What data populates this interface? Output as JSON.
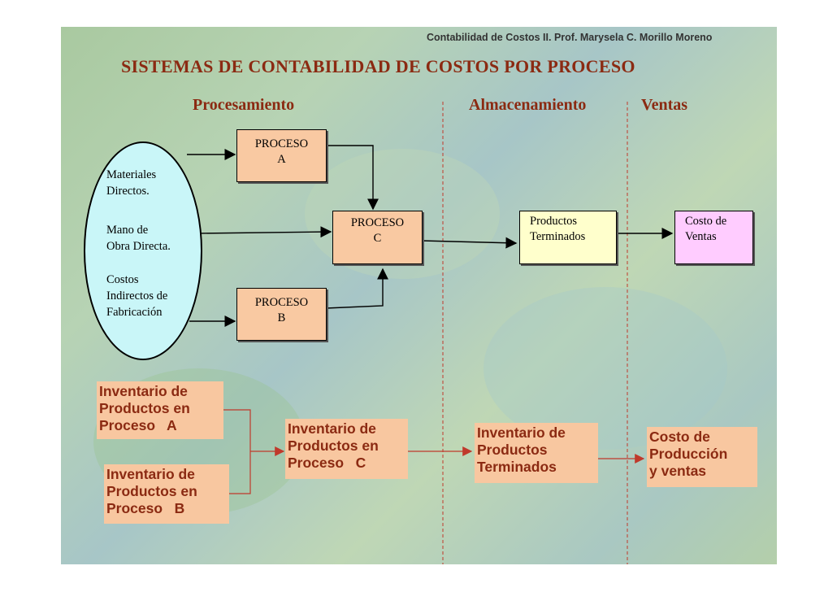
{
  "header": "Contabilidad de Costos II.  Prof. Marysela C. Morillo Moreno",
  "title": "SISTEMAS DE CONTABILIDAD DE COSTOS POR PROCESO",
  "sections": {
    "procesamiento": "Procesamiento",
    "almacenamiento": "Almacenamiento",
    "ventas": "Ventas"
  },
  "inputs": {
    "materiales": "Materiales\nDirectos.",
    "mano_obra": "Mano de\nObra Directa.",
    "costos_indirectos": "Costos\nIndirectos de\nFabricación"
  },
  "processes": {
    "a": {
      "line1": "PROCESO",
      "line2": "A"
    },
    "b": {
      "line1": "PROCESO",
      "line2": "B"
    },
    "c": {
      "line1": "PROCESO",
      "line2": "C"
    }
  },
  "productos_terminados": "Productos\nTerminados",
  "costo_ventas": "Costo de\nVentas",
  "inventories": {
    "proceso_a": "Inventario de\nProductos en\nProceso   A",
    "proceso_b": "Inventario de\nProductos en\nProceso   B",
    "proceso_c": "Inventario de\nProductos en\nProceso   C",
    "terminados": "Inventario de\nProductos\nTerminados",
    "costo_produccion": "Costo de\nProducción\ny ventas"
  },
  "colors": {
    "title": "#8b2a12",
    "process_fill": "#f9c9a2",
    "oval_fill": "#c9f6f8",
    "productos_fill": "#ffffcc",
    "ventas_fill": "#ffccff",
    "inventory_fill": "#f8c7a0",
    "red_line": "#c0392b"
  }
}
